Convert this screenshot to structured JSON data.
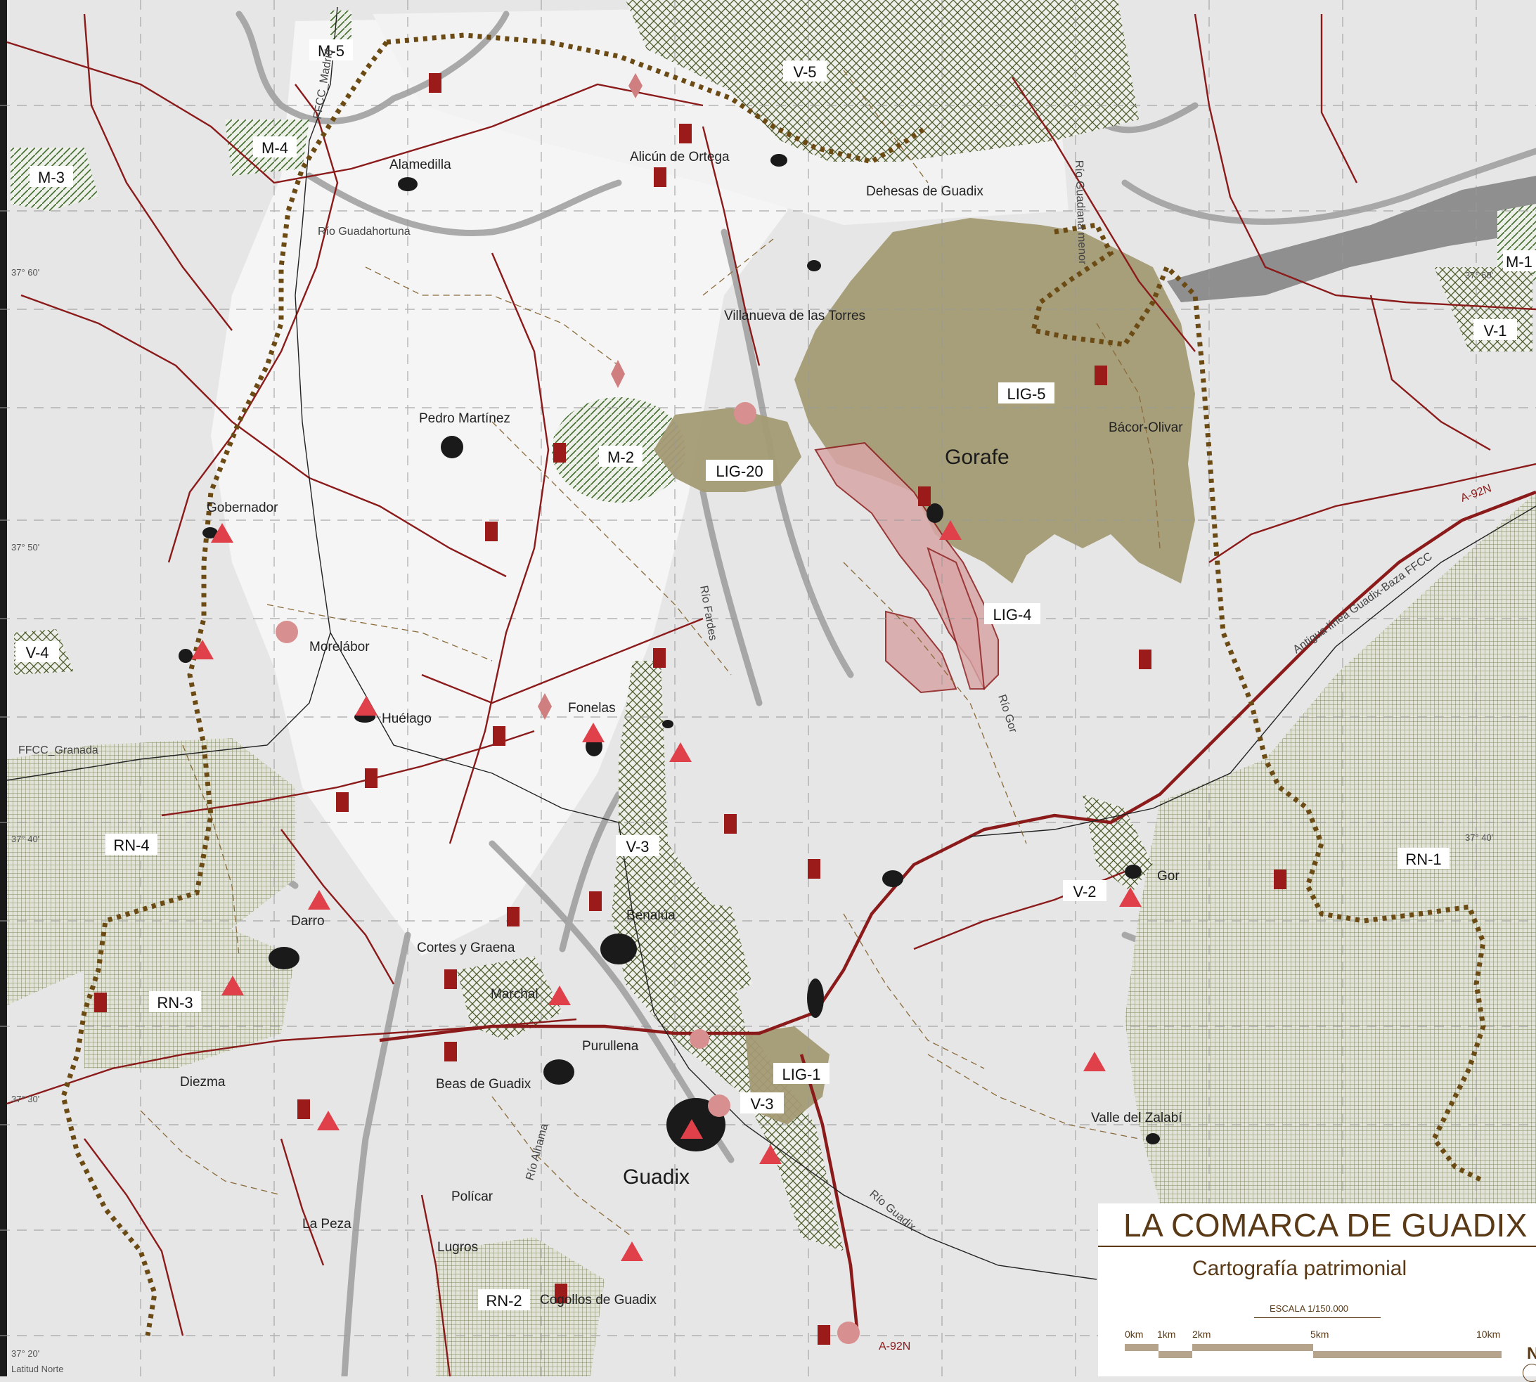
{
  "title": "LA COMARCA DE GUADIX",
  "subtitle": "Cartografía patrimonial",
  "scale": {
    "label": "ESCALA 1/150.000",
    "ticks": [
      "0km",
      "1km",
      "2km",
      "5km",
      "10km"
    ]
  },
  "north_letter": "N",
  "coordinates": {
    "lat_60_left": "37° 60'",
    "lat_60_right": "37° 60'",
    "lat_50": "37° 50'",
    "lat_40_left": "37° 40'",
    "lat_40_right": "37° 40'",
    "lat_30": "37° 30'",
    "lat_20": "37° 20'",
    "lat_axis": "Latitud Norte"
  },
  "zones": {
    "m5": "M-5",
    "m4": "M-4",
    "m3": "M-3",
    "m2": "M-2",
    "m1": "M-1",
    "v5": "V-5",
    "v4": "V-4",
    "v3a": "V-3",
    "v3b": "V-3",
    "v2": "V-2",
    "v1": "V-1",
    "rn1": "RN-1",
    "rn2": "RN-2",
    "rn3": "RN-3",
    "rn4": "RN-4",
    "lig1": "LIG-1",
    "lig4": "LIG-4",
    "lig5": "LIG-5",
    "lig20": "LIG-20"
  },
  "towns": {
    "alamedilla": "Alamedilla",
    "alicun": "Alicún de Ortega",
    "dehesas": "Dehesas de Guadix",
    "villanueva": "Villanueva de las Torres",
    "pedro": "Pedro Martínez",
    "gorafe": "Gorafe",
    "bacor": "Bácor-Olivar",
    "gobernador": "Gobernador",
    "morelabor": "Morelábor",
    "huelago": "Huélago",
    "fonelas": "Fonelas",
    "darro": "Darro",
    "cortes": "Cortes y Graena",
    "benalua": "Benalúa",
    "marchal": "Marchal",
    "purullena": "Purullena",
    "beas": "Beas de Guadix",
    "diezma": "Diezma",
    "guadix": "Guadix",
    "policar": "Polícar",
    "lapeza": "La Peza",
    "lugros": "Lugros",
    "cogollos": "Cogollos de Guadix",
    "gor": "Gor",
    "valle": "Valle del Zalabí"
  },
  "linear_features": {
    "ffcc_madrid": "FFCC_Madrid",
    "ffcc_granada": "FFCC_Granada",
    "rio_guadahortuna": "Río Guadahortuna",
    "rio_guadiana": "Río Guadiana menor",
    "rio_fardes": "Río Fardes",
    "rio_gor": "Río Gor",
    "rio_guadix": "Río Guadix",
    "rio_alhama": "Río Alhama",
    "antigua_linea": "Antigua línea Guadix-Baza FFCC",
    "a92n_top": "A-92N",
    "a92n_bottom": "A-92N"
  },
  "colors": {
    "background": "#e6e6e6",
    "valley": "#f4f4f4",
    "relief": "#9c9c9c",
    "lig_olive": "#a39a74",
    "lig_pink": "#d9a6a6",
    "road": "#8b1a1a",
    "boundary": "#6b4a14",
    "heritage_rect": "#9b1b1b",
    "heritage_triangle": "#e0404a",
    "heritage_circle": "#d88f8f",
    "heritage_diamond": "#cf7f7f",
    "town": "#1a1a1a",
    "title": "#5a3a16"
  },
  "symbol_icons": [
    "heritage-rect-icon",
    "heritage-triangle-icon",
    "heritage-circle-icon",
    "heritage-diamond-icon"
  ]
}
